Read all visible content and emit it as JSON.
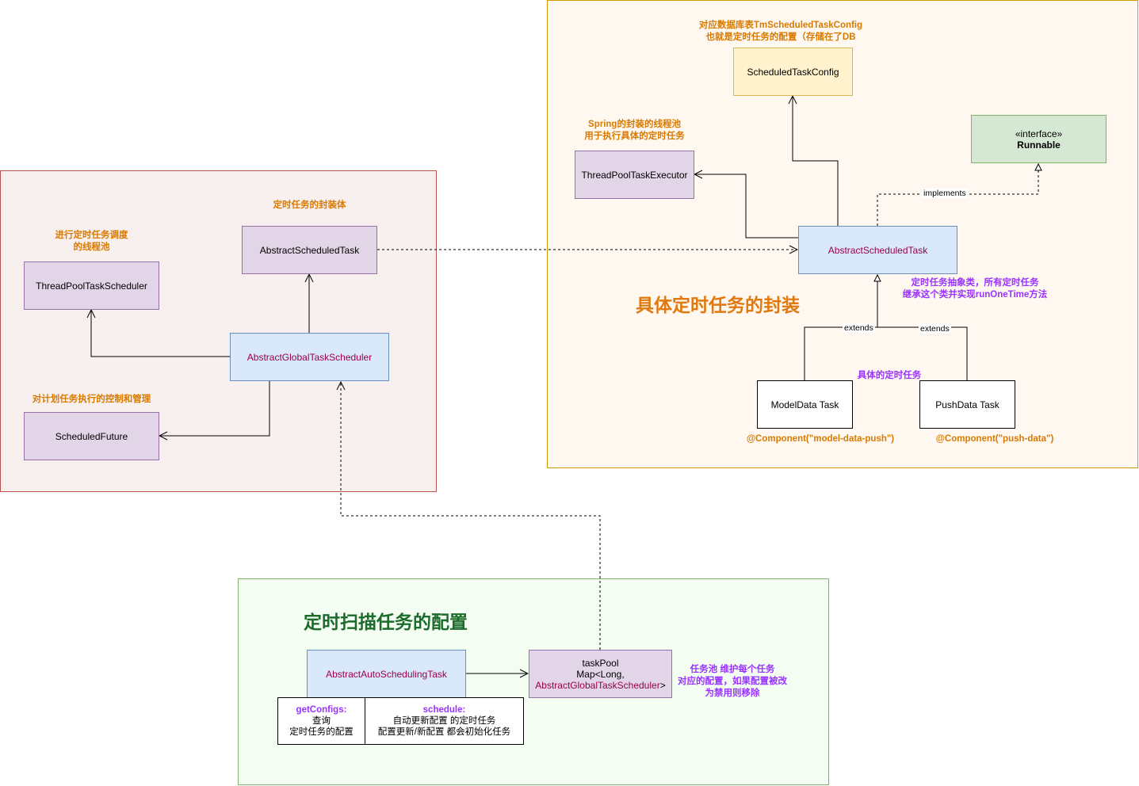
{
  "regions": {
    "left_group": {},
    "right_group": {
      "title": "具体定时任务的封装"
    },
    "bottom_group": {
      "title": "定时扫描任务的配置"
    }
  },
  "nodes": {
    "thread_pool_task_scheduler": "ThreadPoolTaskScheduler",
    "abstract_scheduled_task_left": "AbstractScheduledTask",
    "abstract_global_task_scheduler": "AbstractGlobalTaskScheduler",
    "scheduled_future": "ScheduledFuture",
    "scheduled_task_config": "ScheduledTaskConfig",
    "thread_pool_task_executor": "ThreadPoolTaskExecutor",
    "runnable": {
      "stereotype": "«interface»",
      "name": "Runnable"
    },
    "abstract_scheduled_task_right": "AbstractScheduledTask",
    "model_data_task": "ModelData Task",
    "push_data_task": "PushData Task",
    "abstract_auto_scheduling_task": "AbstractAutoSchedulingTask",
    "task_pool": {
      "line1": "taskPool",
      "line2": "Map<Long,",
      "line3": "AbstractGlobalTaskScheduler",
      "line3_suffix": ">"
    },
    "get_configs": {
      "key": "getConfigs:",
      "line1": "查询",
      "line2": "定时任务的配置"
    },
    "schedule": {
      "key": "schedule:",
      "line1": "自动更新配置  的定时任务",
      "line2": "配置更新/新配置 都会初始化任务"
    }
  },
  "notes": {
    "thread_pool_scheduler_note": "进行定时任务调度\n的线程池",
    "encapsulation_note": "定时任务的封装体",
    "future_note": "对计划任务执行的控制和管理",
    "db_config_note": "对应数据库表TmScheduledTaskConfig\n也就是定时任务的配置（存储在了DB",
    "executor_note": "Spring的封装的线程池\n用于执行具体的定时任务",
    "abstract_note": "定时任务抽象类，所有定时任务\n继承这个类并实现runOneTime方法",
    "concrete_note": "具体的定时任务",
    "model_component": "@Component(\"model-data-push\")",
    "push_component": "@Component(\"push-data\")",
    "task_pool_note": "任务池 维护每个任务\n对应的配置，如果配置被改\n为禁用则移除"
  },
  "edge_labels": {
    "implements": "implements",
    "extends_left": "extends",
    "extends_right": "extends"
  },
  "colors": {
    "left_fill": "#f8efef",
    "left_stroke": "#b85450",
    "right_fill": "#fff8f0",
    "right_stroke": "#d79b00",
    "bottom_fill": "#f3fdf2",
    "bottom_stroke": "#82b366"
  }
}
